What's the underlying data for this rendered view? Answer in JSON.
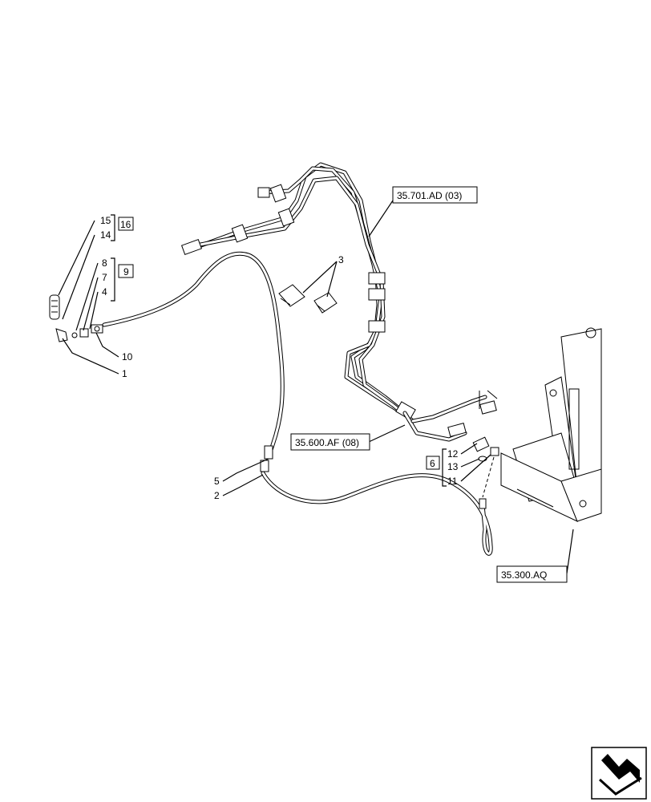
{
  "callouts": {
    "c15": "15",
    "c14": "14",
    "c16": "16",
    "c8": "8",
    "c7": "7",
    "c4": "4",
    "c9": "9",
    "c10": "10",
    "c1": "1",
    "c3": "3",
    "c5": "5",
    "c2": "2",
    "c12": "12",
    "c13": "13",
    "c11": "11",
    "c6": "6"
  },
  "references": {
    "ref_701": "35.701.AD (03)",
    "ref_600": "35.600.AF (08)",
    "ref_300": "35.300.AQ"
  },
  "nav": {
    "icon": "next-page-arrow-icon"
  }
}
